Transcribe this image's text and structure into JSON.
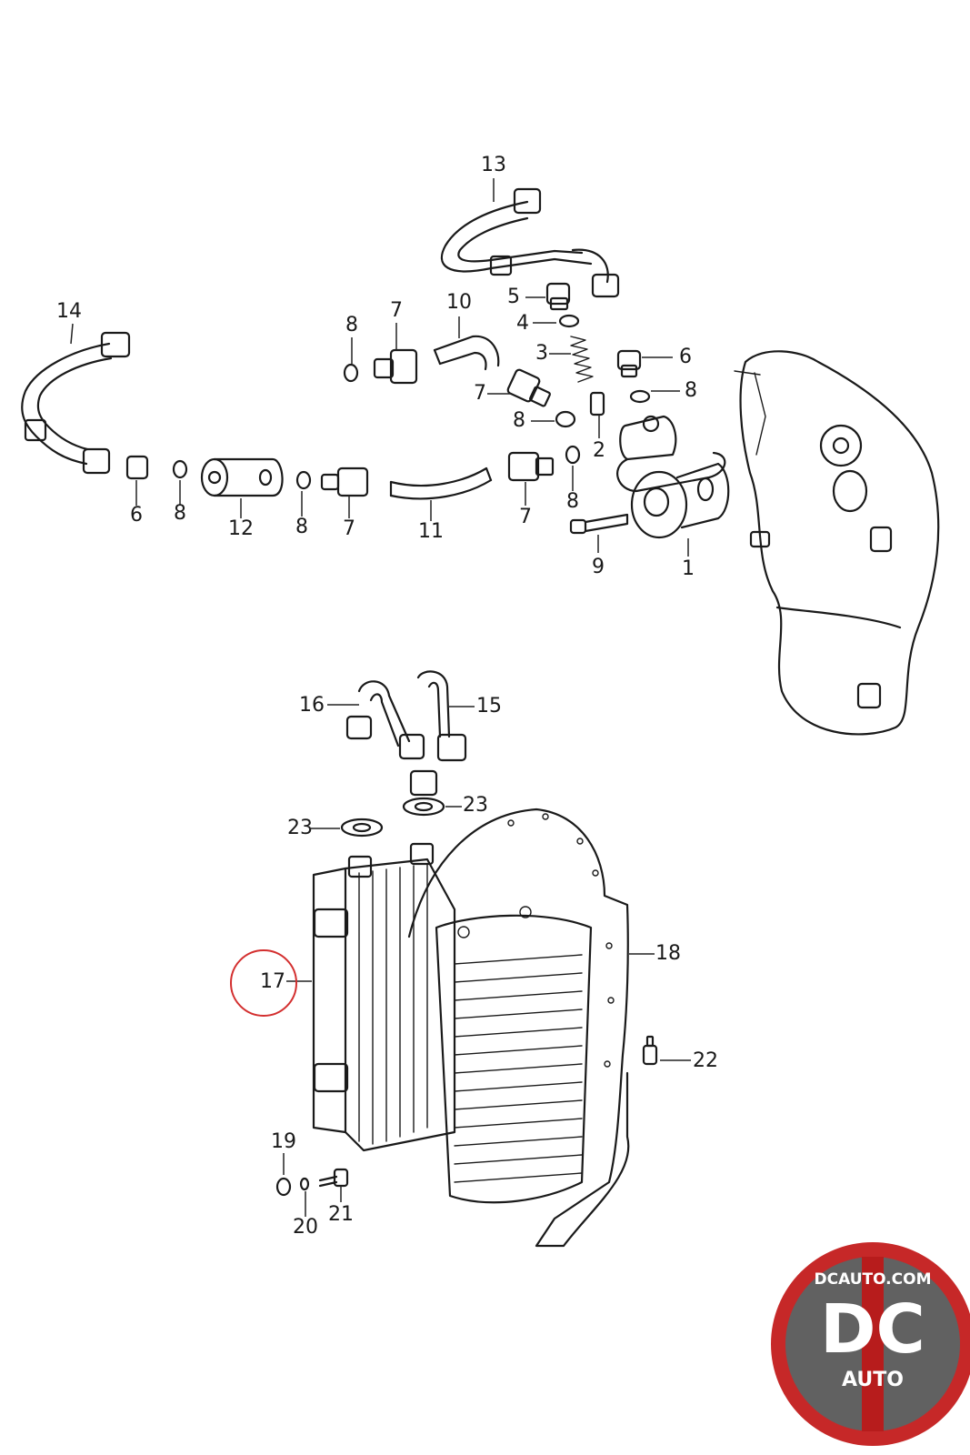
{
  "callouts": [
    {
      "id": "13",
      "label": "13"
    },
    {
      "id": "14",
      "label": "14"
    },
    {
      "id": "10",
      "label": "10"
    },
    {
      "id": "5",
      "label": "5"
    },
    {
      "id": "4",
      "label": "4"
    },
    {
      "id": "3",
      "label": "3"
    },
    {
      "id": "8a",
      "label": "8"
    },
    {
      "id": "7a",
      "label": "7"
    },
    {
      "id": "6a",
      "label": "6"
    },
    {
      "id": "8b",
      "label": "8"
    },
    {
      "id": "7b",
      "label": "7"
    },
    {
      "id": "8c",
      "label": "8"
    },
    {
      "id": "2",
      "label": "2"
    },
    {
      "id": "6b",
      "label": "6"
    },
    {
      "id": "8d",
      "label": "8"
    },
    {
      "id": "12",
      "label": "12"
    },
    {
      "id": "8e",
      "label": "8"
    },
    {
      "id": "7c",
      "label": "7"
    },
    {
      "id": "11",
      "label": "11"
    },
    {
      "id": "7d",
      "label": "7"
    },
    {
      "id": "8f",
      "label": "8"
    },
    {
      "id": "9",
      "label": "9"
    },
    {
      "id": "1",
      "label": "1"
    },
    {
      "id": "16",
      "label": "16"
    },
    {
      "id": "15",
      "label": "15"
    },
    {
      "id": "23a",
      "label": "23"
    },
    {
      "id": "23b",
      "label": "23"
    },
    {
      "id": "18",
      "label": "18"
    },
    {
      "id": "17",
      "label": "17"
    },
    {
      "id": "22",
      "label": "22"
    },
    {
      "id": "19",
      "label": "19"
    },
    {
      "id": "20",
      "label": "20"
    },
    {
      "id": "21",
      "label": "21"
    }
  ],
  "highlight": {
    "callout": "17",
    "color": "#d32f2f"
  },
  "watermark": {
    "site": "DCAUTO.COM",
    "initials": "DC",
    "word": "AUTO",
    "colors": {
      "ring": "#c62828",
      "badge": "#616161",
      "stripe": "#b71c1c"
    }
  }
}
